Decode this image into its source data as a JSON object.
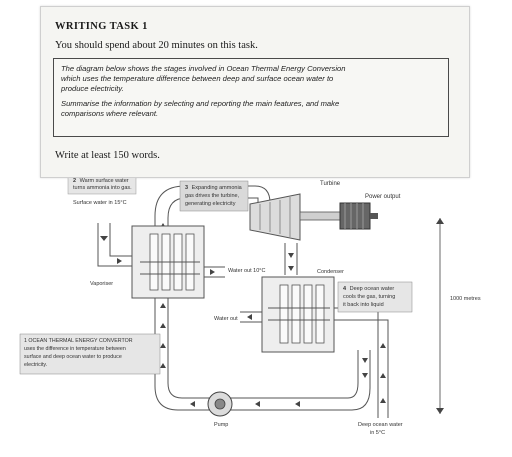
{
  "task": {
    "title": "WRITING TASK 1",
    "instruction": "You should spend about 20 minutes on this task.",
    "prompt_p1_line1": "The diagram below shows the stages involved in Ocean Thermal Energy Conversion",
    "prompt_p1_line2": "which uses the temperature difference between deep and surface ocean water to",
    "prompt_p1_line3": "produce electricity.",
    "prompt_p2_line1": "Summarise the information by selecting and reporting the main features, and make",
    "prompt_p2_line2": "comparisons where relevant.",
    "word_count": "Write at least 150 words."
  },
  "diagram": {
    "step2_num": "2",
    "step2_line1": "Warm surface water",
    "step2_line2": "turns ammonia into gas.",
    "surface_water": "Surface water in 15°C",
    "step3_num": "3",
    "step3_line1": "Expanding ammonia",
    "step3_line2": "gas drives the turbine,",
    "step3_line3": "generating electricity",
    "turbine": "Turbine",
    "power_output": "Power output",
    "vaporiser": "Vaporiser",
    "water_out_10": "Water out 10°C",
    "condenser": "Condenser",
    "step4_num": "4",
    "step4_line1": "Deep ocean water",
    "step4_line2": "cools the gas, turning",
    "step4_line3": "it back into liquid",
    "depth": "1000 metres",
    "water_out": "Water out",
    "step1_line1": "1 OCEAN THERMAL ENERGY CONVERTOR",
    "step1_line2": "uses the difference in temperature between",
    "step1_line3": "surface and deep ocean water to produce",
    "step1_line4": "electricity.",
    "pump": "Pump",
    "deep_water_line1": "Deep ocean water",
    "deep_water_line2": "in 5°C"
  }
}
